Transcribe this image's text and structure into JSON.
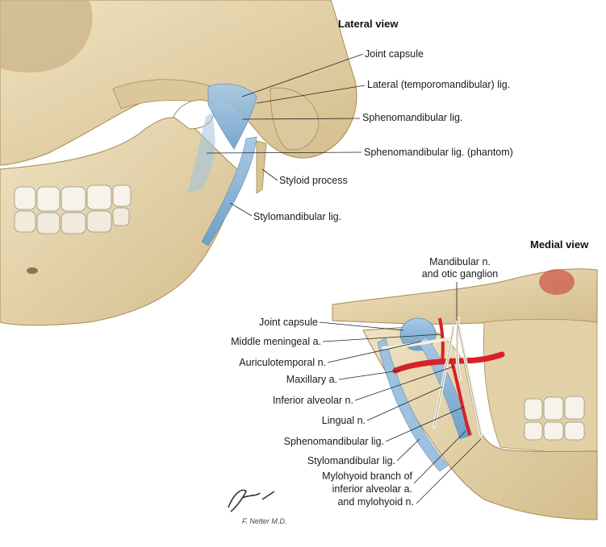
{
  "lateral": {
    "title": "Lateral view",
    "labels": {
      "joint_capsule": "Joint capsule",
      "lateral_lig": "Lateral (temporomandibular) lig.",
      "spheno_lig": "Sphenomandibular lig.",
      "spheno_phantom": "Sphenomandibular lig. (phantom)",
      "styloid": "Styloid process",
      "stylo_lig": "Stylomandibular lig."
    }
  },
  "medial": {
    "title": "Medial view",
    "labels": {
      "mandibular_n_1": "Mandibular n.",
      "mandibular_n_2": "and otic ganglion",
      "joint_capsule": "Joint capsule",
      "middle_meningeal": "Middle meningeal a.",
      "auriculotemporal": "Auriculotemporal n.",
      "maxillary": "Maxillary a.",
      "inferior_alveolar": "Inferior alveolar n.",
      "lingual": "Lingual n.",
      "spheno_lig": "Sphenomandibular lig.",
      "stylo_lig": "Stylomandibular lig.",
      "mylohyoid_1": "Mylohyoid branch of",
      "mylohyoid_2": "inferior alveolar a.",
      "mylohyoid_3": "and mylohyoid n."
    }
  },
  "signature": "F. Netter M.D.",
  "colors": {
    "bone": "#e6d6b0",
    "bone_shadow": "#c8b080",
    "ligament": "#8fb8d8",
    "artery": "#d8202a",
    "nerve": "#f2efe2"
  }
}
